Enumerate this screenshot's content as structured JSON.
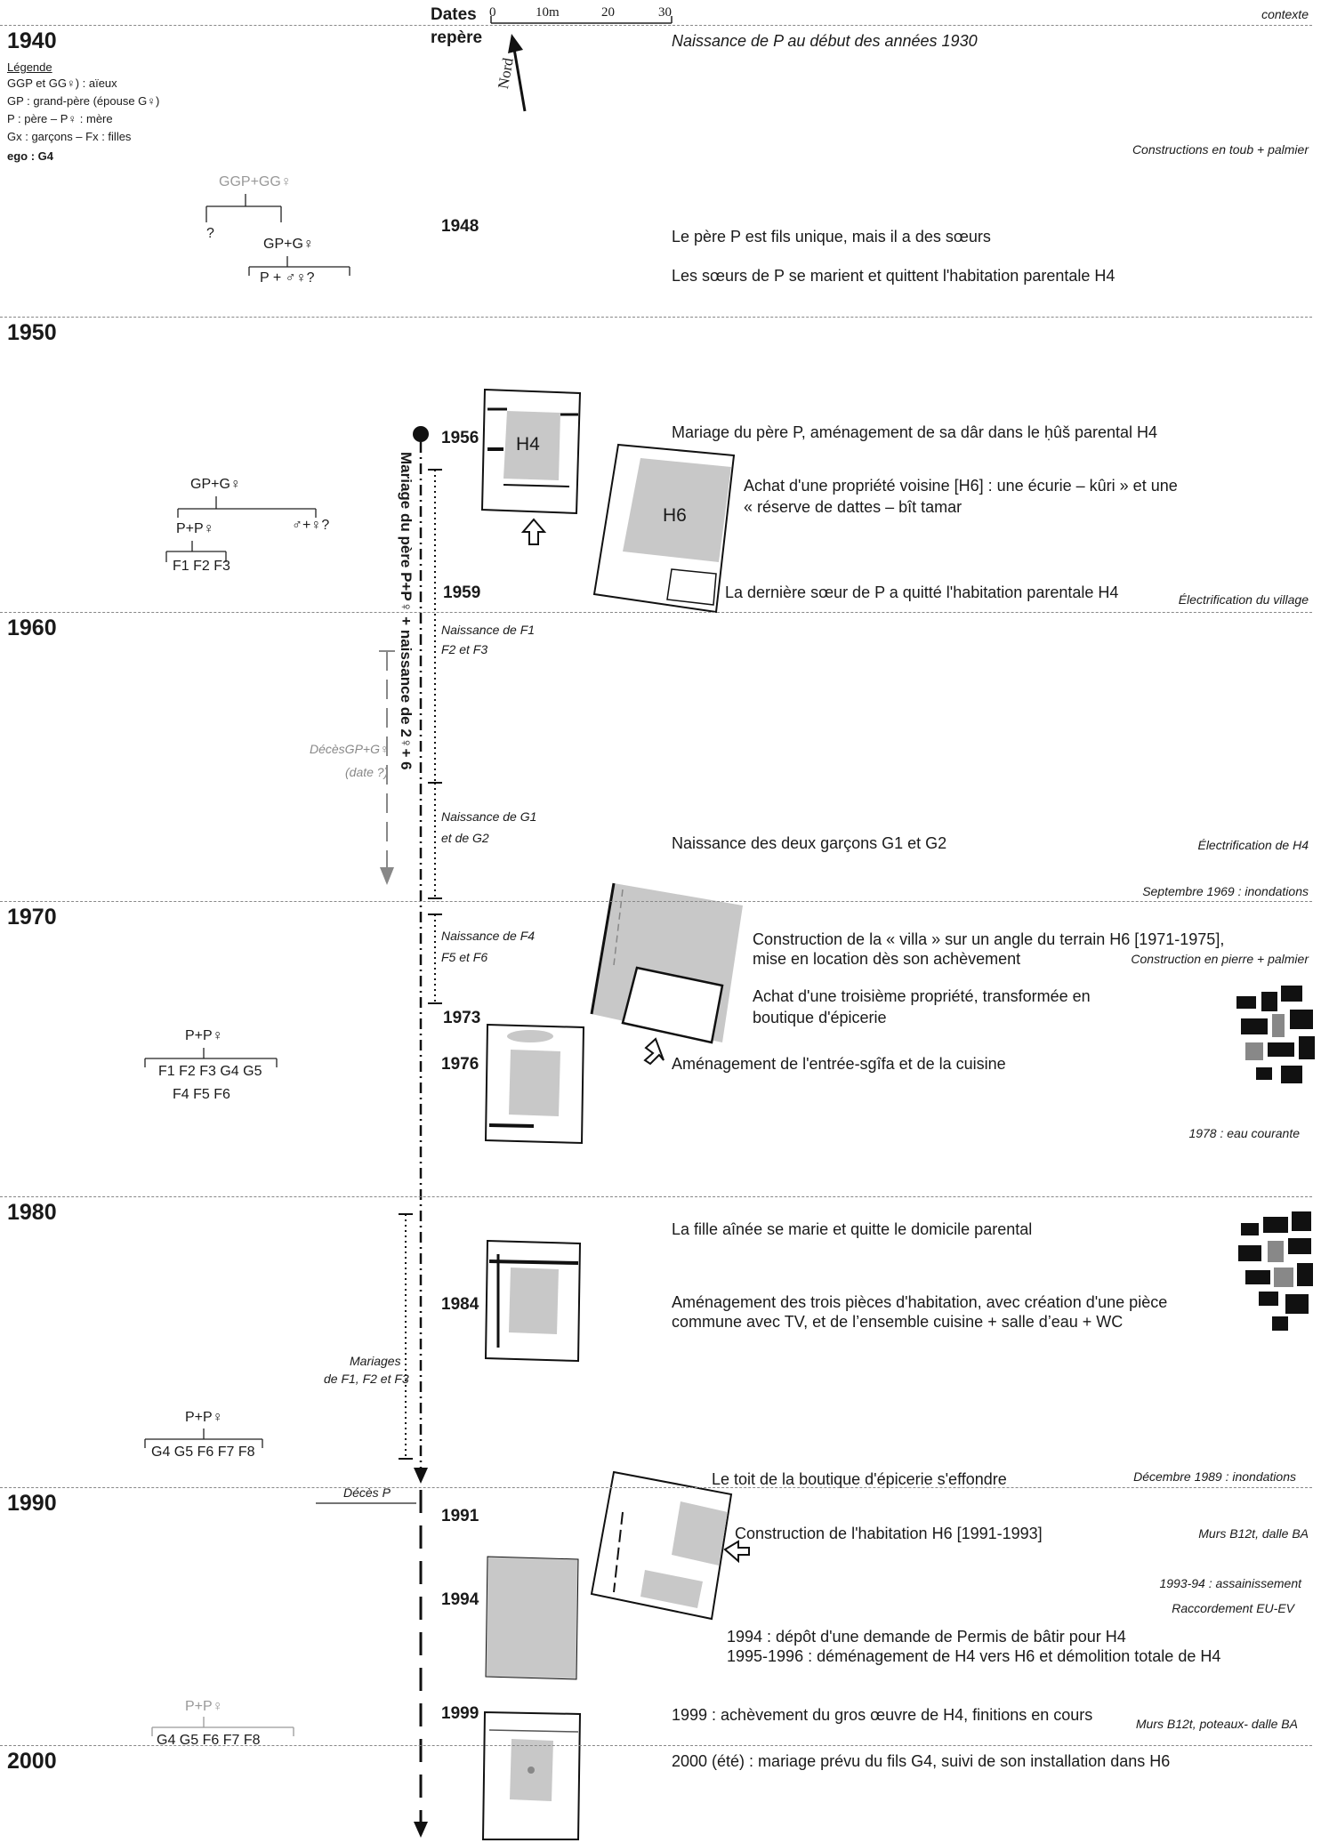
{
  "header": {
    "dates_label": "Dates",
    "repere_label": "repère",
    "north_label": "Nord",
    "context_label": "contexte"
  },
  "scale_bar": {
    "labels": [
      "0",
      "10m",
      "20",
      "30"
    ]
  },
  "decades": [
    "1940",
    "1950",
    "1960",
    "1970",
    "1980",
    "1990",
    "2000"
  ],
  "legend": {
    "title": "Légende",
    "lines": [
      "GGP et GG♀) : aïeux",
      "GP : grand-père (épouse G♀)",
      "P : père – P♀ : mère",
      "Gx : garçons – Fx : filles",
      "ego : G4"
    ]
  },
  "family": {
    "t1_top": "GGP+GG♀",
    "t1_q": "?",
    "t1_mid": "GP+G♀",
    "t1_bottom": "P + ♂♀?",
    "t2_top": "GP+G♀",
    "t2_left": "P+P♀",
    "t2_right": "♂+♀?",
    "t2_children": "F1 F2 F3",
    "t3_top": "P+P♀",
    "t3_row1": "F1 F2 F3 G4 G5",
    "t3_row2": "F4 F5 F6",
    "t4_top": "P+P♀",
    "t4_row": "G4 G5 F6 F7 F8",
    "t5_top": "P+P♀",
    "t5_row": "G4 G5 F6 F7 F8"
  },
  "years": [
    "1948",
    "1956",
    "1959",
    "1973",
    "1976",
    "1984",
    "1991",
    "1994",
    "1999"
  ],
  "events": {
    "e1940": "Naissance de P au début des années 1930",
    "e1948a": "Le père P est fils unique, mais il a des sœurs",
    "e1948b": "Les sœurs de P se marient et quittent l'habitation parentale H4",
    "e1956": "Mariage du père P, aménagement de sa dâr dans le ḥûš parental H4",
    "e1956b1": "Achat d'une propriété voisine [H6] : une  écurie – kûri » et une",
    "e1956b2": "« réserve de dattes – bît tamar",
    "e1959": "La dernière sœur de P a quitté l'habitation parentale H4",
    "e1967": "Naissance des deux garçons G1 et G2",
    "e1971a": "Construction de la « villa » sur un angle du terrain H6 [1971-1975],",
    "e1971b": "mise en location dès son achèvement",
    "e1973a": "Achat d'une troisième propriété, transformée en",
    "e1973b": "boutique d'épicerie",
    "e1976": "Aménagement de l'entrée-sgîfa et de la cuisine",
    "e1982": "La fille aînée se marie et quitte le domicile parental",
    "e1984a": "Aménagement des trois pièces d'habitation, avec création d'une pièce",
    "e1984b": "commune avec TV, et de l’ensemble cuisine + salle d’eau + WC",
    "e1989": "Le toit de la boutique d'épicerie s'effondre",
    "e1991": "Construction de l'habitation H6 [1991-1993]",
    "e1994a": "1994 : dépôt d'une demande de Permis de bâtir pour H4",
    "e1994b": "1995-1996  : déménagement de H4 vers H6 et démolition totale de H4",
    "e1999": "1999 : achèvement du gros œuvre de H4, finitions en cours",
    "e2000": "2000 (été) : mariage prévu du fils G4, suivi de son installation dans H6"
  },
  "context": {
    "c1": "Constructions en toub + palmier",
    "c2": "Électrification du village",
    "c3": "Électrification de H4",
    "c4": "Septembre 1969 : inondations",
    "c5": "Construction en pierre + palmier",
    "c6": "1978 : eau courante",
    "c7": "Décembre 1989 : inondations",
    "c8": "Murs B12t, dalle BA",
    "c9": "1993-94 : assainissement",
    "c10": "Raccordement EU-EV",
    "c11": "Murs B12t, poteaux- dalle BA"
  },
  "timeline_notes": {
    "vertical_label": "Mariage du père P+P♀ + naissance de 2♀+ 6",
    "n1a": "Naissance de F1",
    "n1b": "F2 et F3",
    "n2a": "Naissance de G1",
    "n2b": "et de G2",
    "n3a": "Naissance de F4",
    "n3b": "F5 et F6",
    "deces_g": "DécèsGP+G♀",
    "deces_date": "(date ?)",
    "mariages1": "Mariages",
    "mariages2": "de F1, F2 et F3",
    "deces_p": "Décès P"
  },
  "plans": {
    "h4": "H4",
    "h6": "H6"
  },
  "colors": {
    "plan_fill": "#c8c8c8",
    "line": "#1a1a1a",
    "dash": "#888888"
  }
}
